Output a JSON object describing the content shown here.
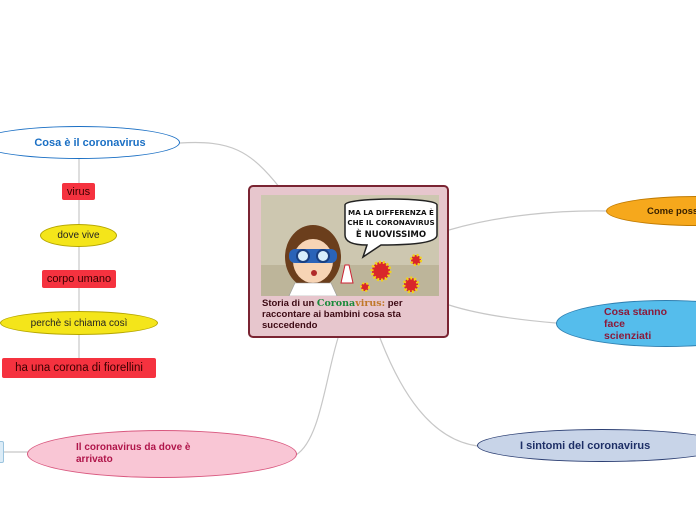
{
  "central": {
    "title_prefix": "Storia di un ",
    "title_corona": "Corona",
    "title_virus": "virus:",
    "title_rest": " per raccontare ai bambini cosa sta succedendo",
    "bubble_line1": "MA LA DIFFERENZA È",
    "bubble_line2": "CHE IL CORONAVIRUS",
    "bubble_line3": "È  NUOVISSIMO"
  },
  "branches": {
    "cosa_e": "Cosa è il coronavirus",
    "come_poss": "Come poss",
    "cosa_stanno": "Cosa stanno face scienziati",
    "sintomi": "I sintomi del  coronavirus",
    "da_dove": "Il coronavirus da dove è arrivato"
  },
  "subtopics": {
    "virus": "virus",
    "dove_vive": "dove vive",
    "corpo_umano": "corpo umano",
    "perche": "perchè si chiama così",
    "corona": "ha una corona di fiorellini"
  },
  "colors": {
    "blue_branch": "#1a6fc4",
    "orange_branch": "#f6a81c",
    "cyan_branch": "#55bdec",
    "navy_branch": "#c8d4e8",
    "pink_branch": "#f9c6d5",
    "yellow_pill": "#f4e51a",
    "red_box": "#f5323f",
    "central_bg": "#e7c6cd"
  }
}
